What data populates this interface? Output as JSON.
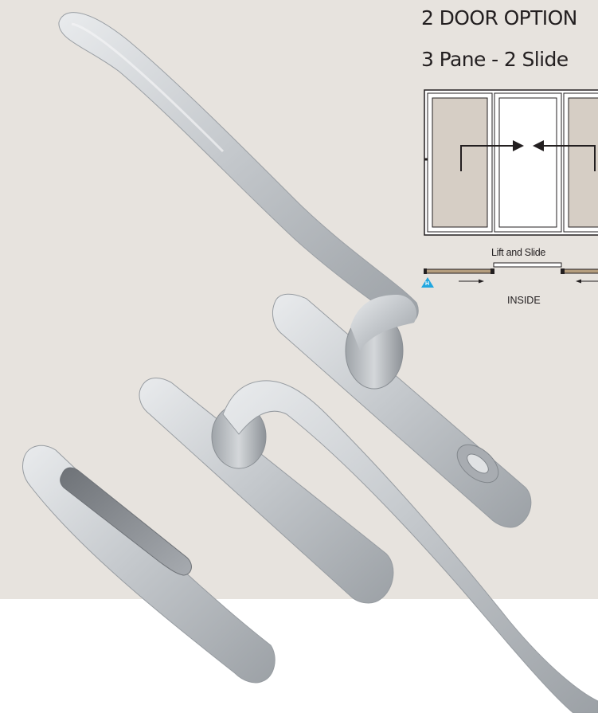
{
  "header": {
    "title": "2 DOOR OPTION",
    "subtitle": "3 Pane - 2 Slide"
  },
  "diagram": {
    "operation_label": "Lift and Slide",
    "side_label": "INSIDE",
    "handle_marker": "H",
    "panes": 3,
    "sliding_panes": 2
  },
  "colors": {
    "background": "#e7e3de",
    "glass": "#d6cec5",
    "frame": "#231f20",
    "handle_marker": "#21a7e0",
    "handle_metal": "#c4c8cc"
  },
  "icons": [
    "arrow-right-icon",
    "arrow-left-icon",
    "handle-marker-icon"
  ]
}
